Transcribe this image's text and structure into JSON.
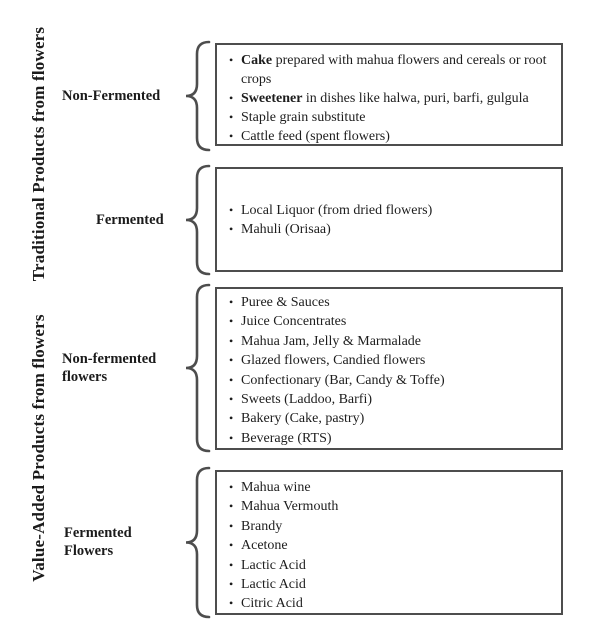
{
  "diagram": {
    "side_labels": {
      "traditional": "Traditional Products from flowers",
      "value_added": "Value-Added Products from flowers"
    },
    "rows": [
      {
        "label": "Non-Fermented",
        "items": [
          {
            "bold": "Cake",
            "text": " prepared with mahua flowers and cereals or root crops"
          },
          {
            "bold": "Sweetener",
            "text": " in dishes like halwa, puri, barfi, gulgula"
          },
          {
            "bold": "",
            "text": "Staple grain substitute"
          },
          {
            "bold": "",
            "text": "Cattle feed (spent flowers)"
          }
        ]
      },
      {
        "label": "Fermented",
        "items": [
          {
            "bold": "",
            "text": "Local Liquor (from dried flowers)"
          },
          {
            "bold": "",
            "text": "Mahuli (Orisaa)"
          }
        ]
      },
      {
        "label": "Non-fermented flowers",
        "items": [
          {
            "bold": "",
            "text": "Puree & Sauces"
          },
          {
            "bold": "",
            "text": "Juice Concentrates"
          },
          {
            "bold": "",
            "text": "Mahua Jam, Jelly & Marmalade"
          },
          {
            "bold": "",
            "text": "Glazed flowers, Candied flowers"
          },
          {
            "bold": "",
            "text": "Confectionary (Bar, Candy & Toffe)"
          },
          {
            "bold": "",
            "text": "Sweets (Laddoo, Barfi)"
          },
          {
            "bold": "",
            "text": "Bakery (Cake, pastry)"
          },
          {
            "bold": "",
            "text": "Beverage (RTS)"
          }
        ]
      },
      {
        "label": "Fermented Flowers",
        "items": [
          {
            "bold": "",
            "text": "Mahua wine"
          },
          {
            "bold": "",
            "text": "Mahua Vermouth"
          },
          {
            "bold": "",
            "text": "Brandy"
          },
          {
            "bold": "",
            "text": "Acetone"
          },
          {
            "bold": "",
            "text": "Lactic Acid"
          },
          {
            "bold": "",
            "text": "Lactic Acid"
          },
          {
            "bold": "",
            "text": "Citric Acid"
          }
        ]
      }
    ],
    "colors": {
      "border": "#4d4d4d",
      "text": "#1d1d1d",
      "background": "#ffffff"
    }
  }
}
